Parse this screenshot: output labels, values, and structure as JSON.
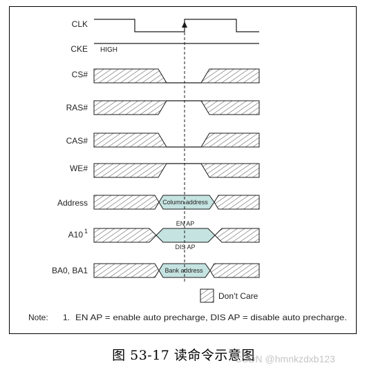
{
  "signals": {
    "clk": "CLK",
    "cke": "CKE",
    "cke_value": "HIGH",
    "cs": "CS#",
    "ras": "RAS#",
    "cas": "CAS#",
    "we": "WE#",
    "address": "Address",
    "a10": "A10",
    "a10_sup": "1",
    "ba": "BA0, BA1"
  },
  "bus_labels": {
    "column": "Column address",
    "bank": "Bank address",
    "en_ap": "EN AP",
    "dis_ap": "DIS AP"
  },
  "legend": {
    "dont_care": "Don’t Care"
  },
  "note": {
    "label": "Note:",
    "number": "1.",
    "text": "EN AP = enable auto precharge, DIS AP = disable auto precharge."
  },
  "caption": "图 53-17   读命令示意图",
  "watermark": "CSDN @hmnkzdxb123",
  "colors": {
    "bus_fill": "#c5e3e1",
    "line": "#1a1a1a",
    "hatch": "#555555"
  }
}
